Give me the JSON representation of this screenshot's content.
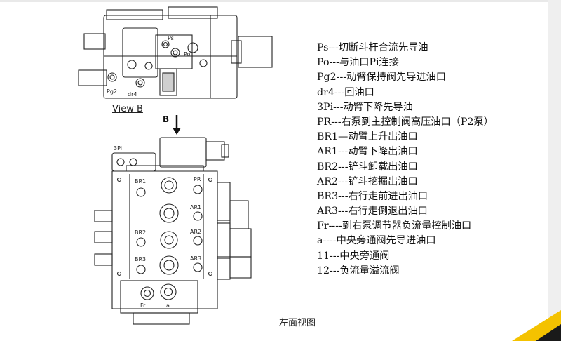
{
  "view_b_title": "View B",
  "arrow_label": "B",
  "caption": "左面视图",
  "legend": [
    "Ps---切断斗杆合流先导油",
    "Po---与油口Pi连接",
    "Pg2---动臂保持阀先导进油口",
    "dr4---回油口",
    "3Pi---动臂下降先导油",
    "PR---右泵到主控制阀高压油口（P2泵）",
    "BR1—动臂上升出油口",
    "AR1---动臂下降出油口",
    "BR2---铲斗卸载出油口",
    "AR2---铲斗挖掘出油口",
    "BR3---右行走前进出油口",
    "AR3---右行走倒退出油口",
    "Fr----到右泵调节器负流量控制油口",
    "a----中央旁通阀先导进油口",
    "11---中央旁通阀",
    "12---负流量溢流阀"
  ],
  "port_labels": {
    "ps": "Ps",
    "po": "Po",
    "pg2": "Pg2",
    "dr4": "dr4",
    "pi3": "3Pi",
    "br1": "BR1",
    "pr": "PR",
    "ar1": "AR1",
    "br2": "BR2",
    "ar2": "AR2",
    "br3": "BR3",
    "ar3": "AR3",
    "fr": "Fr",
    "a": "a"
  }
}
